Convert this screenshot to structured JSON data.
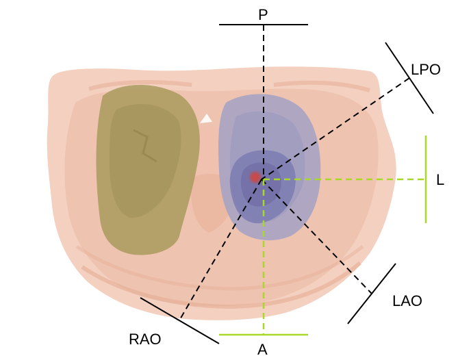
{
  "labels": {
    "posterior": "P",
    "anterior": "A",
    "left": "L",
    "lpo": "LPO",
    "lao": "LAO",
    "rao": "RAO"
  },
  "colors": {
    "background": "#ffffff",
    "body_tissue": "#f2c9b8",
    "right_lung": "#a89a5c",
    "left_lung": "#9e9cc4",
    "heart": "#7b79b0",
    "target_point": "#c84a4a",
    "projection_axes": "#000000",
    "lateral_axes": "#a8d828"
  },
  "icons": [
    "ct-body-outline",
    "right-lung",
    "left-lung",
    "heart",
    "target-point"
  ]
}
